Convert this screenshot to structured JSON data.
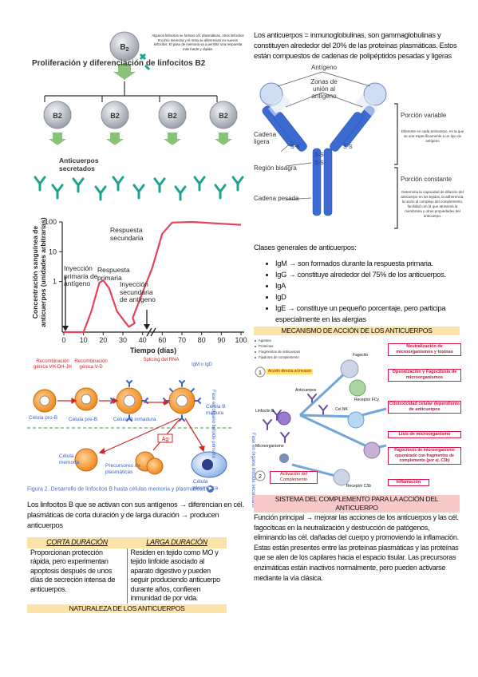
{
  "fig_b2": {
    "title": "Proliferación y diferenciación de linfocitos B2",
    "cell": "B2",
    "note": "Algunos linfocitos se forman cél. plasmáticas, otros linfocitos B como memoria y el resto se diferencian en nuevos linfocitos. El paso de memoria va a permitir una respuesta más fuerte y rápida.",
    "secreted": "Anticuerpos secretados"
  },
  "chart_data": {
    "type": "line",
    "title": "",
    "xlabel": "Tiempo (días)",
    "ylabel": "Concentración sanguínea de anticuerpos (unidades arbitrarias)",
    "x_ticks": [
      "0",
      "10",
      "20",
      "30",
      "40",
      "60",
      "70",
      "80",
      "90",
      "100"
    ],
    "y_ticks": [
      "1",
      "10",
      "100"
    ],
    "yscale": "log",
    "series": [
      {
        "values": [
          {
            "x": 0,
            "y": 0.02
          },
          {
            "x": 10,
            "y": 0.02
          },
          {
            "x": 14,
            "y": 0.1
          },
          {
            "x": 18,
            "y": 0.9
          },
          {
            "x": 20,
            "y": 1.1
          },
          {
            "x": 23,
            "y": 0.6
          },
          {
            "x": 27,
            "y": 0.1
          },
          {
            "x": 33,
            "y": 0.03
          },
          {
            "x": 36,
            "y": 0.04
          },
          {
            "x": 45,
            "y": 0.06
          },
          {
            "x": 55,
            "y": 3
          },
          {
            "x": 60,
            "y": 40
          },
          {
            "x": 65,
            "y": 95
          },
          {
            "x": 75,
            "y": 100
          },
          {
            "x": 100,
            "y": 80
          }
        ]
      }
    ],
    "annotations": [
      "Respuesta secundaria",
      "Inyección primaria de antígeno",
      "Respuesta primaria",
      "Inyección secundaria de antígeno"
    ]
  },
  "fig2": {
    "caption": "Figura 2. Desarrollo de linfocitos B hasta células memoria y plasmáticas",
    "top_labels": [
      "Recombinación génica VH-DH-JH",
      "Recombinación génica V-D",
      "Splicing del RNA",
      "IgM o IgD"
    ],
    "cells": [
      "Célula pro-B",
      "Célula pre-B",
      "Célula B inmadura",
      "Célula B madura"
    ],
    "side1": "Fase en órgano linfoide primario",
    "side2": "Fase en órgano linfoide secundario",
    "ag": "Ag",
    "lower_cells": [
      "Célula memoria",
      "Precursores de plasmáticas",
      "Célula plasmática"
    ]
  },
  "lymph_para": "Los linfocitos B que se activan con sus antígenos → diferencian en cél. plasmáticas de corta duración y de larga duración → producen anticuerpos",
  "table": {
    "headers": [
      "CORTA DURACIÓN",
      "LARGA DURACIÓN"
    ],
    "cells": [
      "Proporcionan protección rápida, pero experimentan apoptosis después de unos días de secreción intensa de anticuerpos.",
      "Residen en tejido como MO y tejido linfoide asociado al aparato digestivo y pueden seguir produciendo anticuerpo durante años, confieren inmunidad de por vida."
    ],
    "footer": "NATURALEZA DE LOS ANTICUERPOS"
  },
  "antibody_intro": "Los anticuerpos = inmunoglobulinas, son gammaglobulinas y constituyen alrededor del 20% de las proteínas plasmáticas. Estos están compuestos de cadenas de polipéptidos pesadas y ligeras",
  "ab_diagram": {
    "antigen": "Antígeno",
    "zones": "Zonas de unión al antígeno",
    "light": "Cadena ligera",
    "hinge": "Región bisagra",
    "heavy": "Cadena pesada",
    "ss": "S-S",
    "variable": "Porción variable",
    "variable_note": "Diferente en cada anticuerpo, es la que se une específicamente a un tipo de antígeno",
    "constant": "Porción constante",
    "constant_note": "Determina la capacidad de difusión del anticuerpo en los tejidos, la adherencia, la unión al complejo del complemento, facilidad con la que atraviesa la membrana y otras propiedades del anticuerpo."
  },
  "classes": {
    "title": "Clases generales de anticuerpos:",
    "items": [
      "IgM → son formados durante la respuesta primaria.",
      "IgG → constituye alrededor del 75% de los anticuerpos.",
      "IgA",
      "IgD",
      "IgE → constituye un pequeño porcentaje, pero participa especialmente en las alergias"
    ]
  },
  "mech": {
    "title": "MECANISMO DE ACCIÓN DE LOS ANTICUERPOS",
    "legend": [
      "Agentes",
      "Proteínas",
      "Fragmentos de anticuerpos",
      "Fijadores de complemento"
    ],
    "step1": "Acción directa al invasor",
    "step2": "Activación del Complemento",
    "labels": [
      "Linfocito B",
      "Anticuerpos",
      "Microorganismo",
      "Fagocito",
      "Receptor FCγ",
      "Cel NK",
      "Receptor C3b"
    ],
    "boxes": [
      "Neutralización de microorganismos y toxinas",
      "Opsonización y Fagocitosis de microorganismos",
      "Citotoxicidad celular dependiente de anticuerpos",
      "Lisis de microorganismo",
      "Fagocitosis de microorganismo opsonizado con fragmentos de complemento (por ej. C3b)",
      "Inflamación"
    ]
  },
  "complement": {
    "title": "SISTEMA DEL COMPLEMENTO PARA LA ACCIÓN DEL ANTICUERPO",
    "text": "Función principal → mejorar las acciones de los anticuerpos y las cél. fagocíticas en la neutralización y destrucción de patógenos, eliminando las cél. dañadas del cuerpo y promoviendo la inflamación. Estas están presentes entre las proteínas plasmáticas y las proteínas que se alen de los capilares hacia el espacio tisular. Las precursoras enzimáticas están inactivos normalmente, pero pueden activarse mediante la vía clásica."
  },
  "colors": {
    "highlight": "#fbe3a9",
    "pink": "#f8c9c9",
    "curve": "#e8425a",
    "ab_blue": "#3b6bd0",
    "cell_gray": "#b9bfc8"
  }
}
